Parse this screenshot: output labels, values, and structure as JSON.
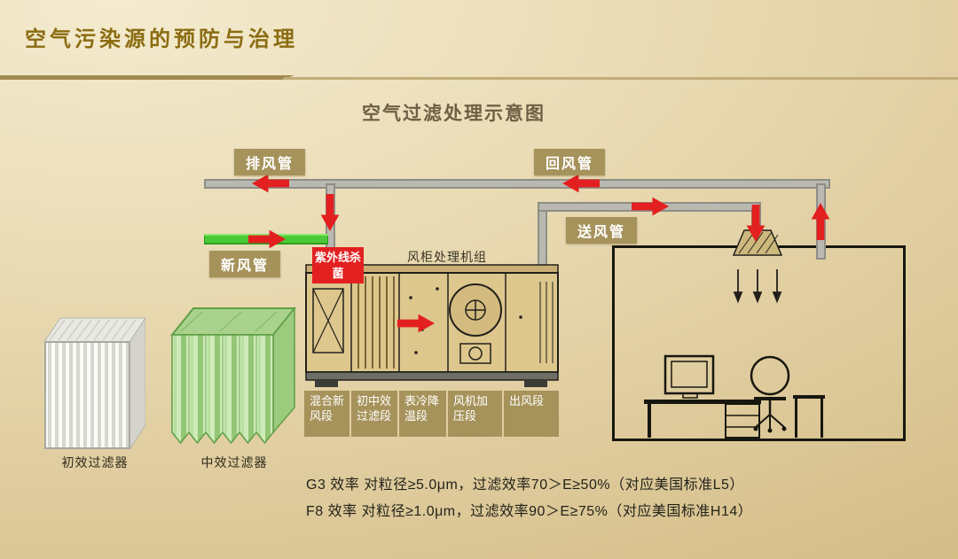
{
  "page": {
    "title": "空气污染源的预防与治理",
    "diagram_title": "空气过滤处理示意图"
  },
  "duct_labels": {
    "exhaust": "排风管",
    "return": "回风管",
    "fresh": "新风管",
    "supply": "送风管"
  },
  "ahu": {
    "label": "风柜处理机组",
    "uv_label": "紫外线杀菌",
    "sections": [
      "混合新风段",
      "初中效过滤段",
      "表冷降温段",
      "风机加压段",
      "出风段"
    ]
  },
  "filters": [
    {
      "label": "初效过滤器"
    },
    {
      "label": "中效过滤器"
    }
  ],
  "notes": [
    "G3 效率 对粒径≥5.0μm，过滤效率70＞E≥50%（对应美国标准L5）",
    "F8 效率 对粒径≥1.0μm，过滤效率90＞E≥75%（对应美国标准H14）"
  ],
  "colors": {
    "title_gold": "#8b6c12",
    "accent_red": "#e31f1f",
    "label_olive": "#a6935b",
    "duct_gray": "#bab9b1",
    "fresh_air_green": "#4cc936",
    "ahu_fill": "#ddc78d"
  }
}
